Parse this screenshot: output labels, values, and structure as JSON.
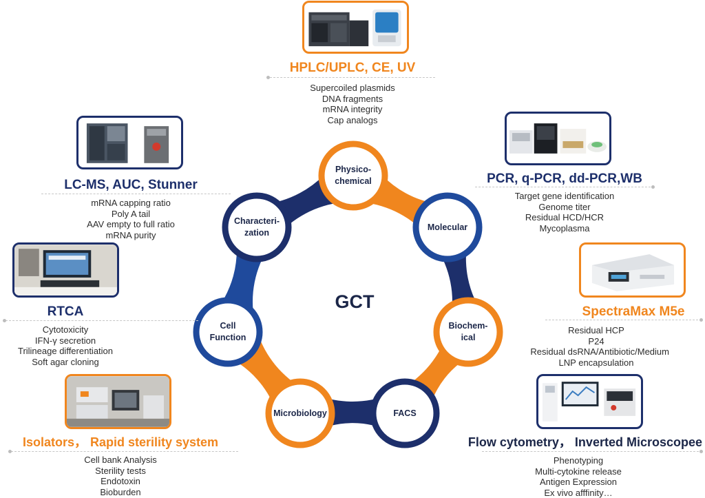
{
  "center": {
    "label": "GCT"
  },
  "nodes": [
    {
      "label": "Physico-\nchemical"
    },
    {
      "label": "Molecular"
    },
    {
      "label": "Biochem-\nical"
    },
    {
      "label": "FACS"
    },
    {
      "label": "Microbiology"
    },
    {
      "label": "Cell\nFunction"
    },
    {
      "label": "Characteri-\nzation"
    }
  ],
  "sections": {
    "hplc": {
      "title": "HPLC/UPLC, CE, UV",
      "items": [
        "Supercoiled plasmids",
        "DNA fragments",
        "mRNA integrity",
        "Cap analogs"
      ]
    },
    "pcr": {
      "title": "PCR, q-PCR, dd-PCR,WB",
      "items": [
        "Target gene identification",
        "Genome titer",
        "Residual HCD/HCR",
        "Mycoplasma"
      ]
    },
    "spectramax": {
      "title": "SpectraMax M5e",
      "items": [
        "Residual HCP",
        "P24",
        "Residual dsRNA/Antibiotic/Medium",
        "LNP encapsulation"
      ]
    },
    "flow": {
      "title": "Flow cytometry， Inverted Microscopee",
      "items": [
        "Phenotyping",
        "Multi-cytokine release",
        "Antigen Expression",
        "Ex vivo afffinity…"
      ]
    },
    "isolators": {
      "title": "Isolators， Rapid sterility system",
      "items": [
        "Cell bank Analysis",
        "Sterility tests",
        "Endotoxin",
        "Bioburden"
      ]
    },
    "rtca": {
      "title": "RTCA",
      "items": [
        "Cytotoxicity",
        "IFN-γ secretion",
        "Trilineage differentiation",
        "Soft agar cloning"
      ]
    },
    "lcms": {
      "title": "LC-MS, AUC, Stunner",
      "items": [
        "mRNA capping ratio",
        "Poly A tail",
        "AAV empty to full ratio",
        "mRNA purity"
      ]
    }
  },
  "colors": {
    "navy": "#1d2f6b",
    "blue": "#1f4a9c",
    "orange": "#f0861e",
    "text": "#2c2c2c"
  }
}
